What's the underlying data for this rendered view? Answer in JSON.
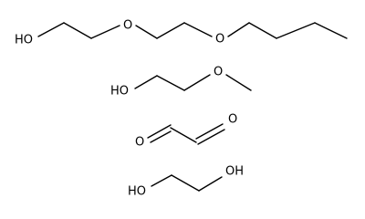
{
  "molecules": [
    {
      "name": "butoxyethoxy-ethanol",
      "labels": {
        "ho": "HO",
        "o1": "O",
        "o2": "O"
      }
    },
    {
      "name": "methoxyethanol",
      "labels": {
        "ho": "HO",
        "o1": "O"
      }
    },
    {
      "name": "glyoxal",
      "labels": {
        "o1": "O",
        "o2": "O"
      }
    },
    {
      "name": "ethylene-glycol",
      "labels": {
        "ho": "HO",
        "oh": "OH"
      }
    }
  ]
}
